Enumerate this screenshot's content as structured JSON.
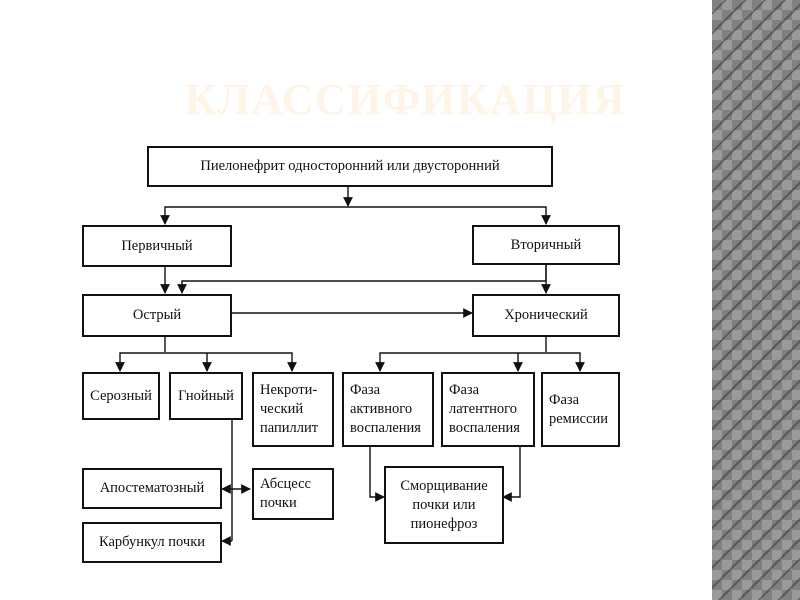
{
  "title": "КЛАССИФИКАЦИЯ",
  "diagram": {
    "root": "Пиелонефрит односторонний или двусторонний",
    "primary": "Первичный",
    "secondary": "Вторичный",
    "acute": "Острый",
    "chronic": "Хронический",
    "serous": "Серозный",
    "purulent": "Гнойный",
    "necrotic": "Некроти-\nческий\nпапиллит",
    "phase_active": "Фаза\nактивного\nвоспаления",
    "phase_latent": "Фаза\nлатентного\nвоспаления",
    "phase_remission": "Фаза\nремиссии",
    "apostematous": "Апостематозный",
    "abscess": "Абсцесс\nпочки",
    "carbuncle": "Карбункул почки",
    "shrinkage": "Сморщивание\nпочки или\nпионефроз"
  }
}
